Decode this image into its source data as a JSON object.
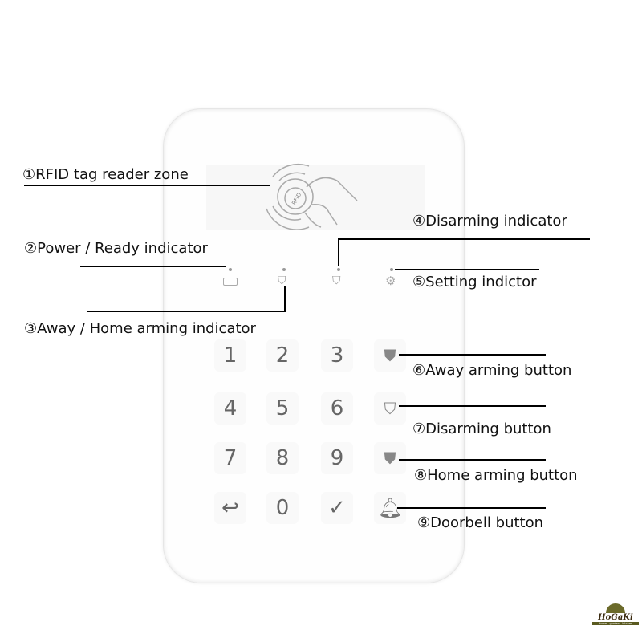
{
  "labels": [
    "①RFID tag reader zone",
    "②Power / Ready indicator",
    "③Away / Home arming indicator",
    "④Disarming indicator",
    "⑤Setting indictor",
    "⑥Away arming button",
    "⑦Disarming button",
    "⑧Home arming button",
    "⑨Doorbell button"
  ],
  "rfid_text": "RFID",
  "keys": [
    "1",
    "2",
    "3",
    "4",
    "5",
    "6",
    "7",
    "8",
    "9",
    "↩",
    "0",
    "✓"
  ],
  "logo": {
    "name": "HoGaKi",
    "tagline": "Home - garden - kitchen"
  }
}
